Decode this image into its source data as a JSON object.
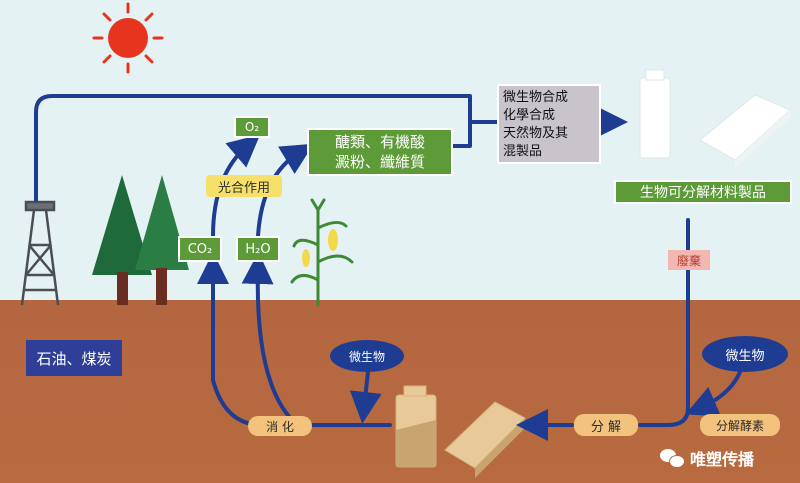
{
  "labels": {
    "oxygen": "O₂",
    "organics": "醣類、有機酸\n澱粉、纖維質",
    "synthesis": "微生物合成\n化學合成\n天然物及其\n混製品",
    "photosynthesis": "光合作用",
    "co2": "CO₂",
    "h2o": "H₂O",
    "product": "生物可分解材料製品",
    "waste": "廢棄",
    "fossil": "石油、煤炭",
    "microbe_left": "微生物",
    "microbe_right": "微生物",
    "digest": "消 化",
    "decompose": "分 解",
    "enzyme": "分解酵素",
    "watermark": "唯塑传播"
  },
  "colors": {
    "sky": "#e5f2f4",
    "soil": "#b8673e",
    "arrow": "#1f3c93",
    "green_box": "#5d9a38",
    "sun": "#e6341f"
  }
}
